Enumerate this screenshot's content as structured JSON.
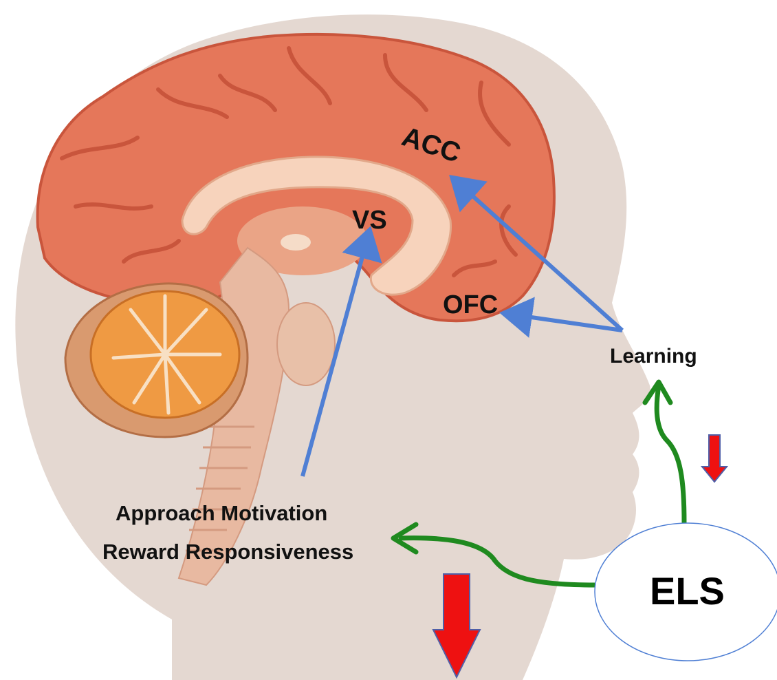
{
  "labels": {
    "acc": "ACC",
    "vs": "VS",
    "ofc": "OFC",
    "learning": "Learning",
    "approach_motivation": "Approach Motivation",
    "reward_responsiveness": "Reward Responsiveness",
    "els": "ELS"
  },
  "colors": {
    "head": "#e4d8d1",
    "cortex": "#e5775a",
    "cortex_dark": "#c9553c",
    "corpus_callosum": "#f7d3bc",
    "cerebellum": "#ef9a43",
    "brainstem": "#e8b9a1",
    "blue_arrow": "#4f7fd4",
    "green_arrow": "#1f8a1f",
    "red_arrow": "#ee1111"
  }
}
